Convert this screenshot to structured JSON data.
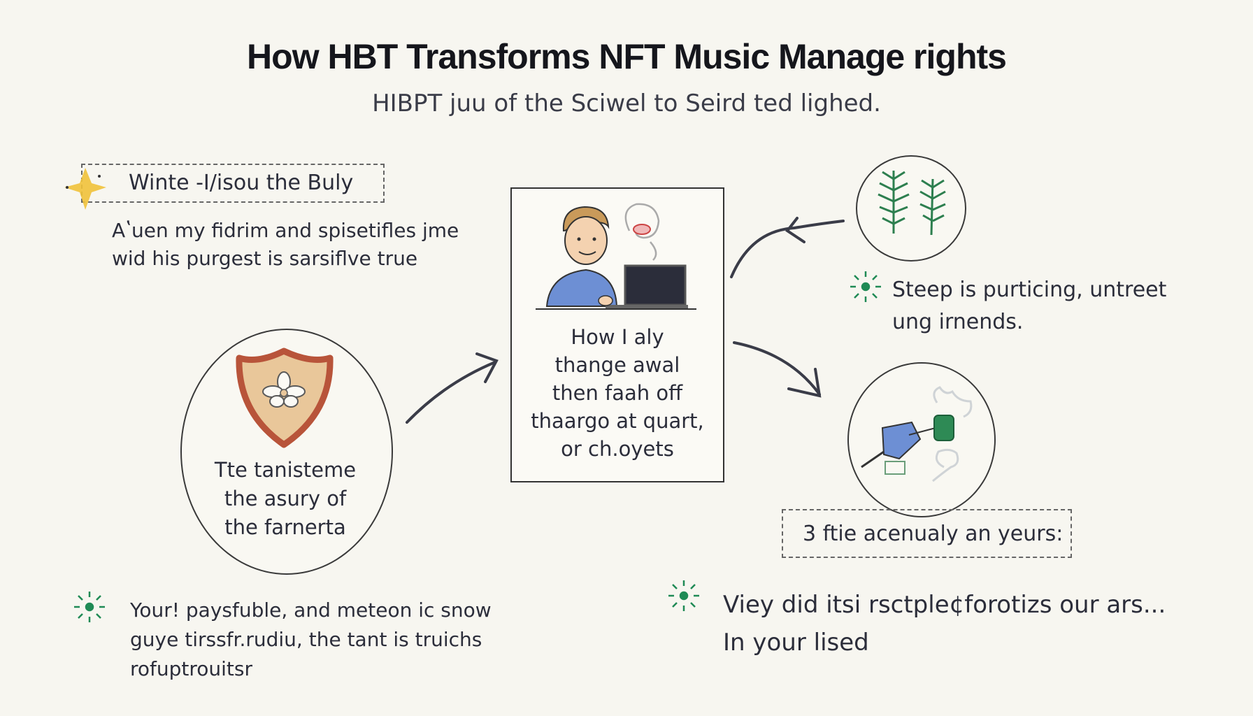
{
  "header": {
    "title": "How HBT Transforms NFT  Music  Manage rights",
    "subtitle": "HIBPT juu of the Sciwel to Seird ted lighed."
  },
  "left": {
    "label": "Winte -I/isou the Buly",
    "paragraph": [
      "Aʽuen my fidrim and spisetifles jme",
      "wid his purgest is sarsiflve true"
    ],
    "circle_text": [
      "Tte tanisteme",
      "the asury of",
      "the farnerta"
    ],
    "bottom_text": [
      "Your! paysfuble, and meteon ic snow",
      "guye tirssfr.rudiu, the tant is truichs",
      "rofuptrouitsr"
    ]
  },
  "center": {
    "card_text": [
      "How I aly",
      "thange awal",
      "then faah off",
      "thaargo at quart,",
      "or ch.oyets"
    ]
  },
  "right": {
    "top_text": [
      "Steep is purticing, untreet",
      "ung irnends."
    ],
    "label": "3 ftie acenualy an yeurs:",
    "bottom_text": [
      "Viey did itsi rsctple¢forotizs our ars...",
      "In your lised"
    ]
  },
  "colors": {
    "accent_green": "#1f8a55",
    "shield_orange": "#c96a3c",
    "shirt_blue": "#6d8fd4",
    "sparkle_yellow": "#f0c23a"
  },
  "icons": [
    "sparkle-icon",
    "shield-flower-icon",
    "person-laptop-icon",
    "fern-icon",
    "key-tag-icon",
    "green-burst-icon",
    "arrow-icon"
  ]
}
